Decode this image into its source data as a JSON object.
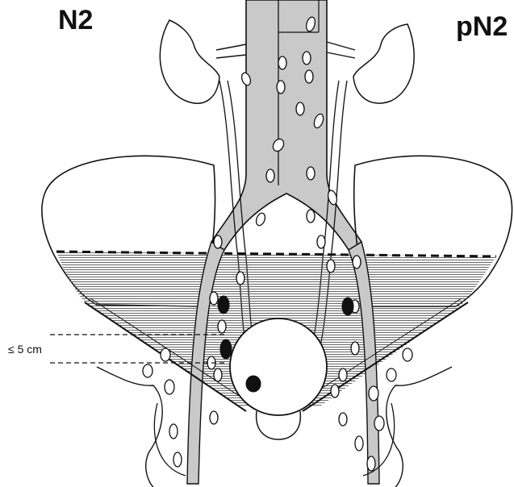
{
  "labels": {
    "left_stage": "N2",
    "right_stage": "pN2",
    "measurement": "≤ 5 cm"
  },
  "colors": {
    "ink": "#111111",
    "vessel_fill": "#c9c9c9",
    "hatch": "#555555",
    "background": "#ffffff"
  },
  "markers": {
    "involved_nodes": 4,
    "style": "filled black ovals"
  }
}
